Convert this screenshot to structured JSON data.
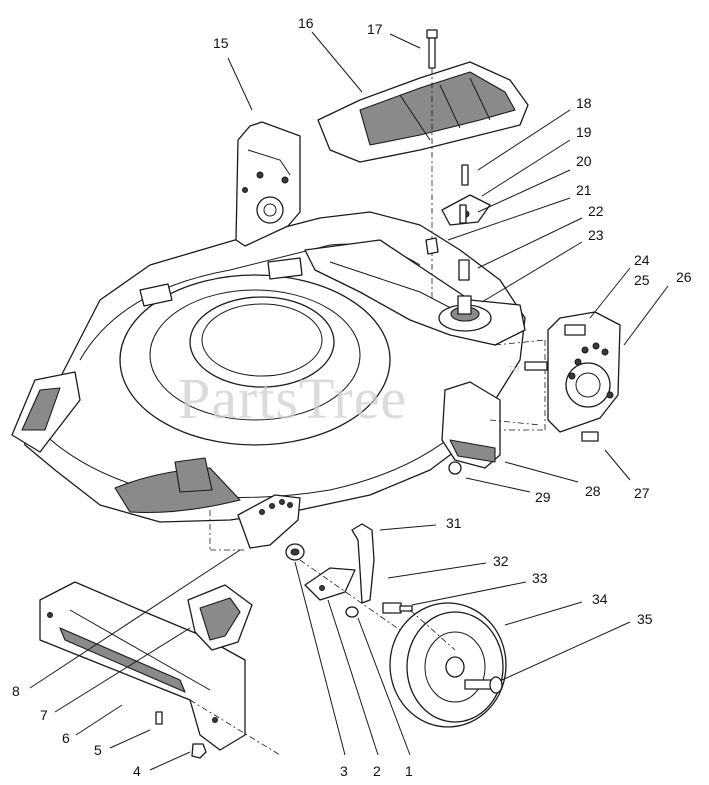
{
  "watermark": {
    "text": "PartsTree",
    "trademark": "TM"
  },
  "callouts": {
    "c1": "1",
    "c2": "2",
    "c3": "3",
    "c4": "4",
    "c5": "5",
    "c6": "6",
    "c7": "7",
    "c8": "8",
    "c15": "15",
    "c16": "16",
    "c17": "17",
    "c18": "18",
    "c19": "19",
    "c20": "20",
    "c21": "21",
    "c22": "22",
    "c23": "23",
    "c24": "24",
    "c25": "25",
    "c26": "26",
    "c27": "27",
    "c28": "28",
    "c29": "29",
    "c31": "31",
    "c32": "32",
    "c33": "33",
    "c34": "34",
    "c35": "35"
  }
}
